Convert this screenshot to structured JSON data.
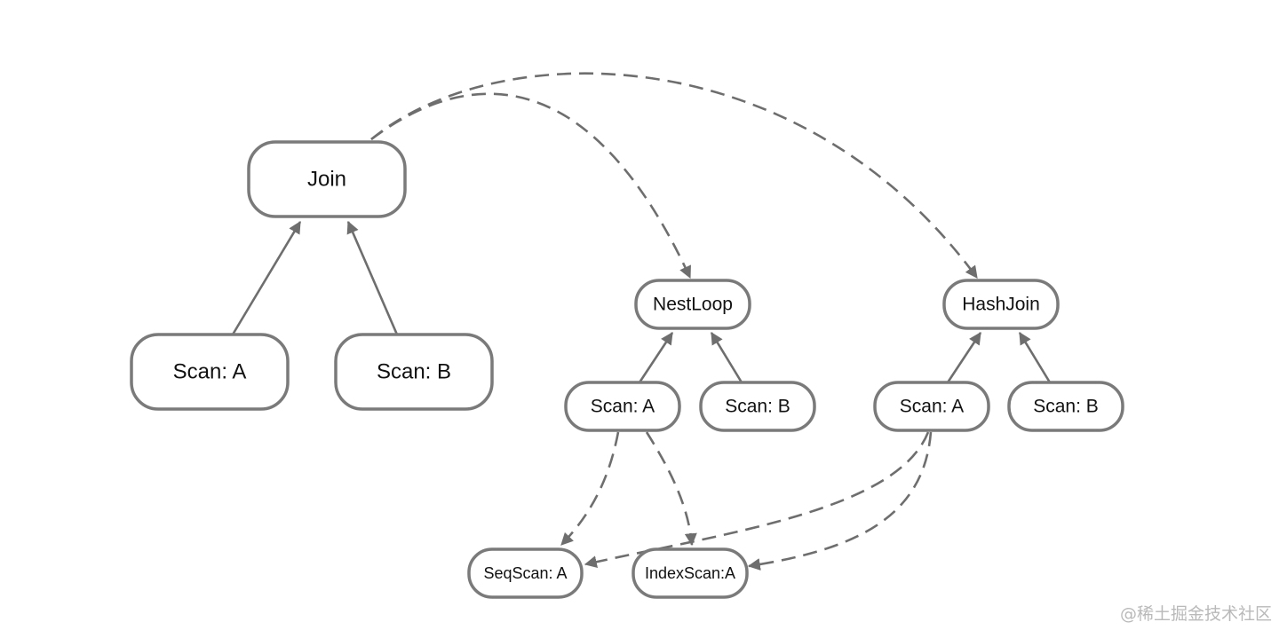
{
  "diagram": {
    "nodes": {
      "join": "Join",
      "scan_a_1": "Scan: A",
      "scan_b_1": "Scan: B",
      "nestloop": "NestLoop",
      "scan_a_2": "Scan: A",
      "scan_b_2": "Scan: B",
      "hashjoin": "HashJoin",
      "scan_a_3": "Scan: A",
      "scan_b_3": "Scan: B",
      "seqscan": "SeqScan: A",
      "indexscan": "IndexScan:A"
    },
    "colors": {
      "node_border": "#7a7a7a",
      "edge": "#6e6e6e",
      "text": "#111111"
    }
  },
  "watermark": "@稀土掘金技术社区"
}
